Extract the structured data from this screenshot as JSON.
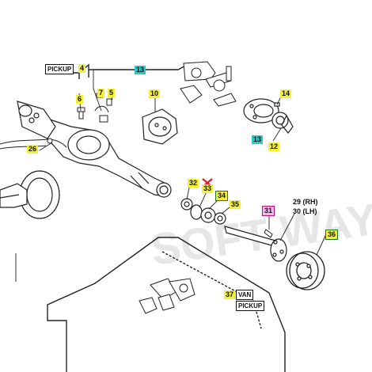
{
  "watermark": "SOFT WAY",
  "labels": {
    "pickup_top": "PICKUP",
    "n4": "4",
    "n13a": "13",
    "n6": "6",
    "n7": "7",
    "n5": "5",
    "n10": "10",
    "n14": "14",
    "n13b": "13",
    "n12": "12",
    "n26": "26",
    "n32": "32",
    "n33": "33",
    "n34": "34",
    "n35": "35",
    "n29": "29 (RH)",
    "n30": "30 (LH)",
    "n31": "31",
    "n36": "36",
    "n37": "37",
    "van": "VAN",
    "pickup_bottom": "PICKUP"
  },
  "colors": {
    "yellow": "#f4ef3a",
    "cyan": "#27c9c9",
    "pink": "#f7b7e6",
    "red_marker": "#e0182b",
    "line": "#222222"
  }
}
